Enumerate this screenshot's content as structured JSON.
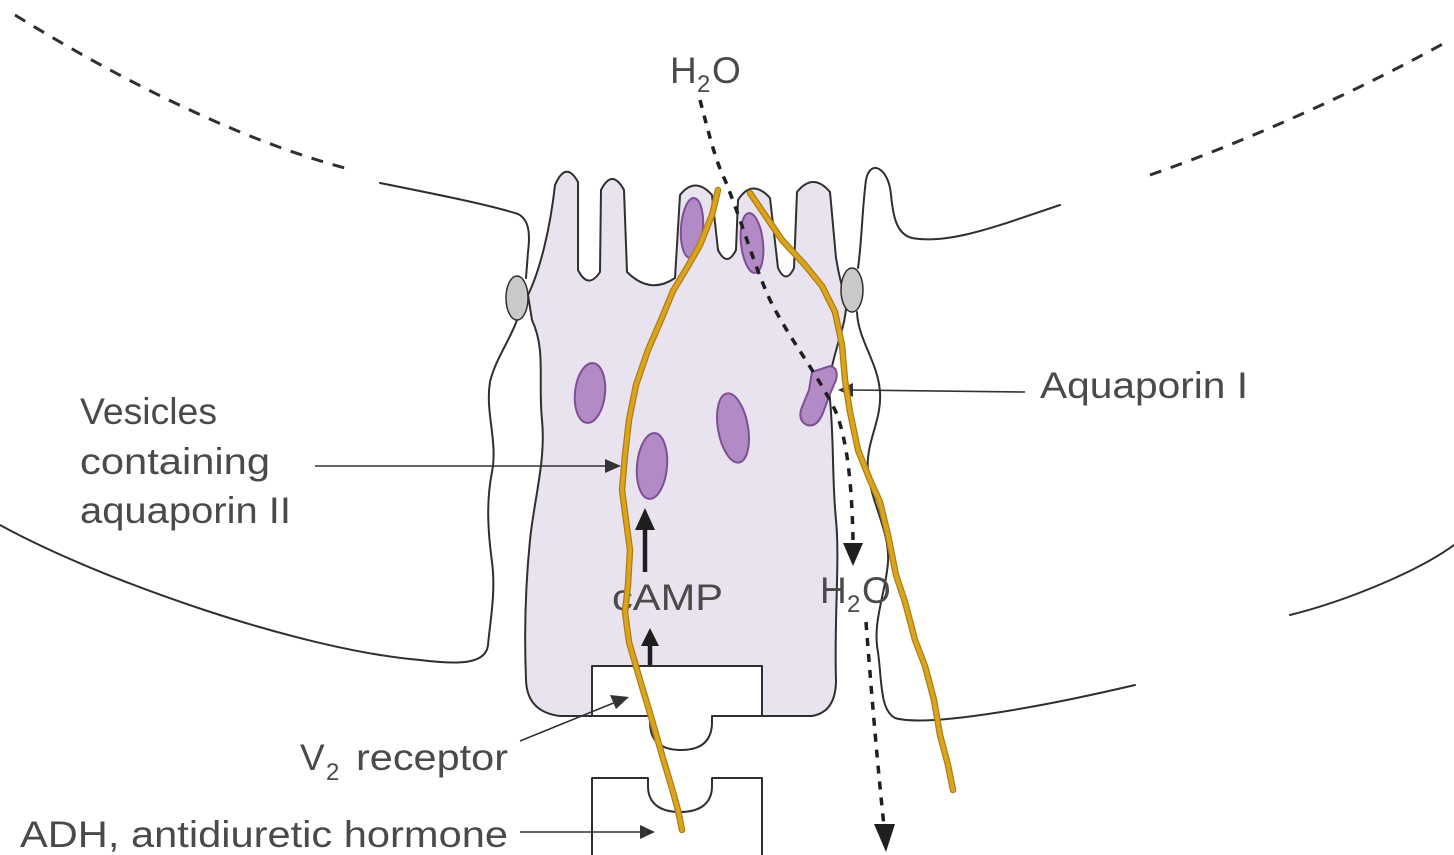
{
  "labels": {
    "h2o_top": {
      "h": "H",
      "sub": "2",
      "o": "O"
    },
    "h2o_mid": {
      "h": "H",
      "sub": "2",
      "o": "O"
    },
    "aquaporin_1": "Aquaporin I",
    "vesicles": [
      "Vesicles",
      "containing",
      "aquaporin II"
    ],
    "camp": "cAMP",
    "v2_receptor": {
      "v": "V",
      "sub": "2",
      "rest": "receptor"
    },
    "adh": "ADH, antidiuretic hormone"
  },
  "colors": {
    "cell_fill": "#e9e2ef",
    "vesicle_fill": "#b28ac6",
    "vesicle_stroke": "#7d4f93",
    "junction_fill": "#c9c9c9",
    "overlay_scribble": "#d9a420",
    "text": "#4a4a4a",
    "line": "#2f2f2f"
  }
}
